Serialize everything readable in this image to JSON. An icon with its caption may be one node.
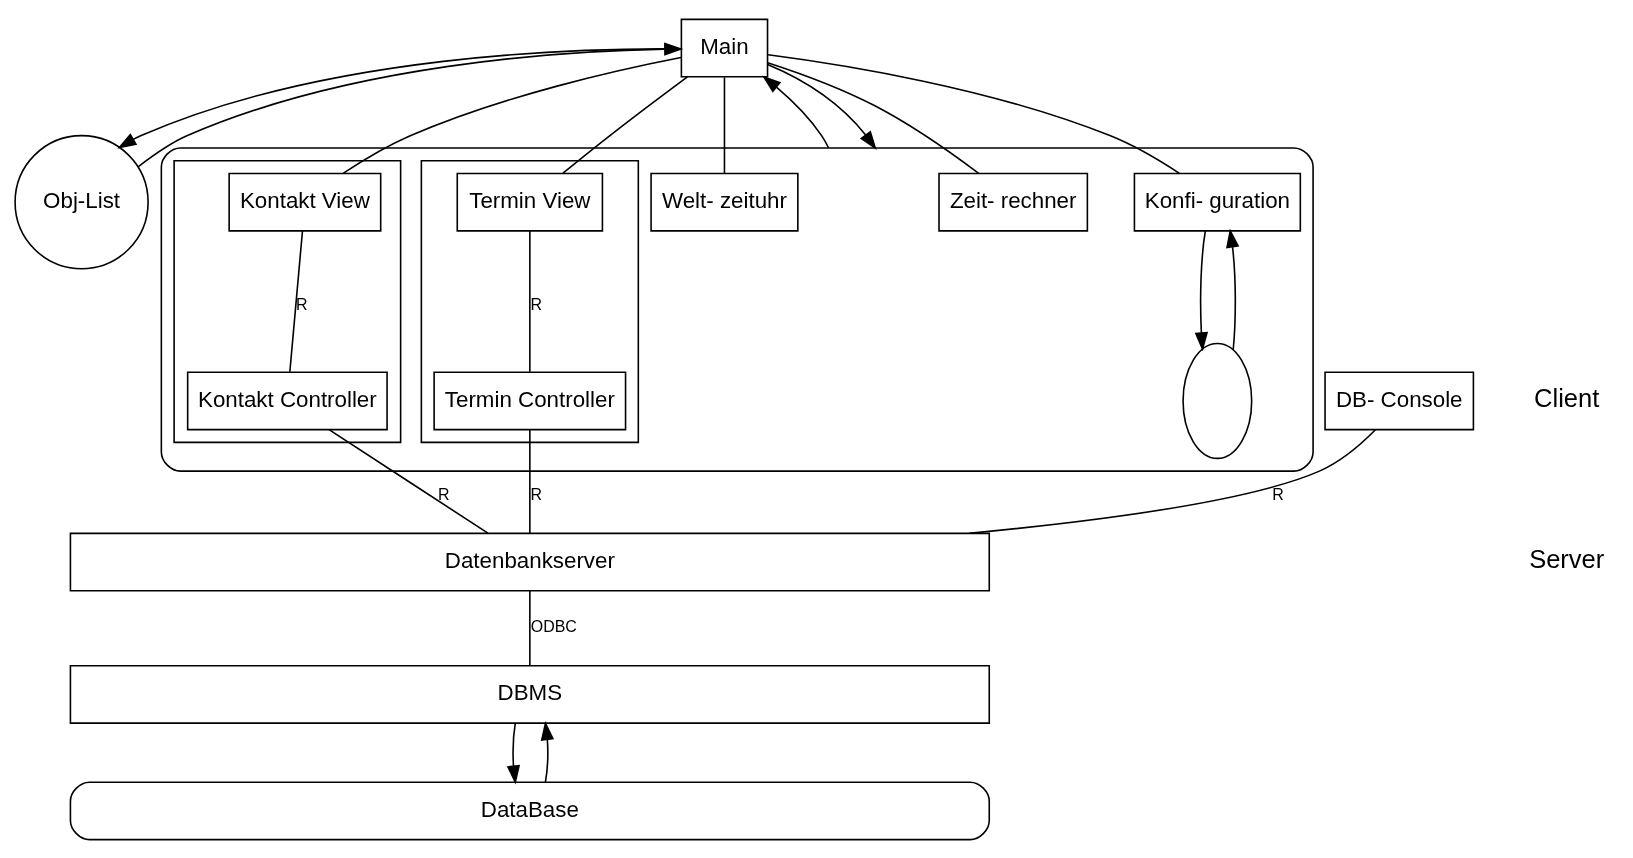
{
  "diagram": {
    "nodes": [
      {
        "text": [
          "Main"
        ]
      },
      {
        "text": [
          "Obj-List"
        ]
      },
      {
        "text": [],
        "shape": "box"
      },
      {
        "text": [],
        "shape": "box",
        "in": 2
      },
      {
        "text": [
          "Kontakt View"
        ],
        "in": 3
      },
      {
        "text": [
          "Kontakt Controller"
        ],
        "in": 3
      },
      {
        "text": [],
        "shape": "box",
        "in": 2
      },
      {
        "text": [
          "Termin View"
        ],
        "in": 6
      },
      {
        "text": [
          "Termin Controller"
        ],
        "in": 6
      },
      {
        "text": [
          "Welt- zeituhr"
        ],
        "in": 2
      },
      {
        "text": [
          "Zeit- rechner"
        ],
        "in": 2
      },
      {
        "text": [
          "Konfi- guration"
        ],
        "in": 2
      },
      {
        "text": [],
        "shape": "oval",
        "in": 2
      },
      {
        "text": [
          "DB- Console"
        ]
      },
      {
        "text": [
          "Datenbankserver"
        ]
      },
      {
        "text": [
          "DBMS"
        ]
      },
      {
        "text": [
          "DataBase"
        ]
      }
    ],
    "edges": [
      {
        "from": 0,
        "to": 1,
        "arrow": "to"
      },
      {
        "from": 1,
        "to": 0,
        "arrow": "to"
      },
      {
        "from": 0,
        "to": 2,
        "arrow": "to"
      },
      {
        "from": 2,
        "to": 0,
        "arrow": "to"
      },
      {
        "from": 0,
        "to": 4,
        "arrow": "none"
      },
      {
        "from": 0,
        "to": 7,
        "arrow": "none"
      },
      {
        "from": 0,
        "to": 9,
        "arrow": "none"
      },
      {
        "from": 0,
        "to": 10,
        "arrow": "none"
      },
      {
        "from": 0,
        "to": 11,
        "arrow": "none"
      },
      {
        "from": 4,
        "to": 5,
        "arrow": "none",
        "label": "R"
      },
      {
        "from": 7,
        "to": 8,
        "arrow": "none",
        "label": "R"
      },
      {
        "from": 11,
        "to": 12,
        "arrow": "to"
      },
      {
        "from": 12,
        "to": 11,
        "arrow": "to"
      },
      {
        "from": 5,
        "to": 14,
        "arrow": "none",
        "label": "R"
      },
      {
        "from": 8,
        "to": 14,
        "arrow": "none",
        "label": "R"
      },
      {
        "from": 13,
        "to": 14,
        "arrow": "none",
        "label": "R"
      },
      {
        "from": 14,
        "to": 15,
        "arrow": "none",
        "label": "ODBC"
      },
      {
        "from": 15,
        "to": 16,
        "arrow": "to"
      },
      {
        "from": 16,
        "to": 15,
        "arrow": "to"
      }
    ],
    "labels": [
      "Client",
      "Server"
    ]
  }
}
